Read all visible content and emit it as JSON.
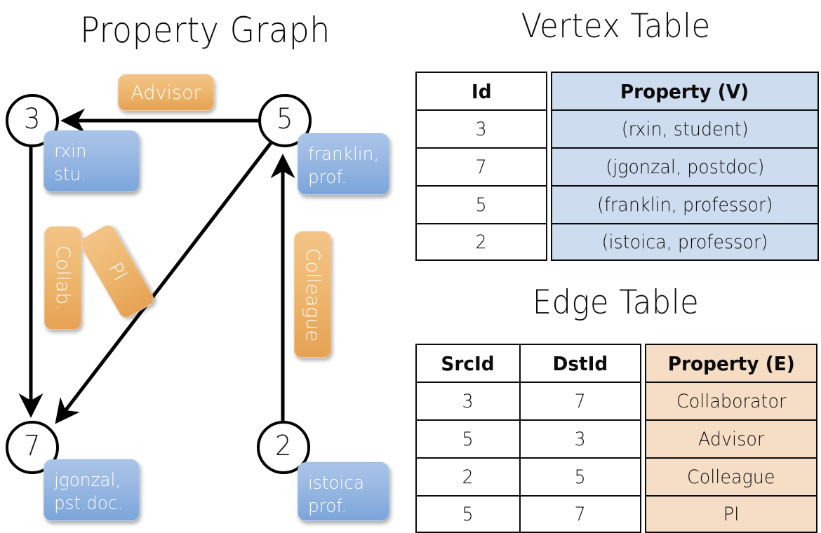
{
  "titles": {
    "property_graph": "Property Graph",
    "vertex_table": "Vertex Table",
    "edge_table": "Edge Table"
  },
  "graph": {
    "nodes": [
      {
        "id": "3",
        "property_lines": [
          "rxin",
          "stu."
        ]
      },
      {
        "id": "5",
        "property_lines": [
          "franklin,",
          "prof."
        ]
      },
      {
        "id": "7",
        "property_lines": [
          "jgonzal,",
          "pst.doc."
        ]
      },
      {
        "id": "2",
        "property_lines": [
          "istoica",
          "prof."
        ]
      }
    ],
    "edge_labels": [
      {
        "label": "Advisor",
        "orientation": "horizontal"
      },
      {
        "label": "Collab.",
        "orientation": "vertical"
      },
      {
        "label": "PI",
        "orientation": "vertical-rotated"
      },
      {
        "label": "Colleague",
        "orientation": "vertical"
      }
    ],
    "edges": [
      {
        "src": "5",
        "dst": "3",
        "label": "Advisor"
      },
      {
        "src": "3",
        "dst": "7",
        "label": "Collab."
      },
      {
        "src": "5",
        "dst": "7",
        "label": "PI"
      },
      {
        "src": "2",
        "dst": "5",
        "label": "Colleague"
      }
    ],
    "colors": {
      "vertex_property_box": "#9dbbe4",
      "edge_property_box": "#eeb870",
      "node_stroke": "#000000",
      "arrow": "#000000"
    }
  },
  "vertex_table": {
    "headers": [
      "Id",
      "Property (V)"
    ],
    "rows": [
      {
        "id": "3",
        "property": "(rxin, student)"
      },
      {
        "id": "7",
        "property": "(jgonzal, postdoc)"
      },
      {
        "id": "5",
        "property": "(franklin, professor)"
      },
      {
        "id": "2",
        "property": "(istoica, professor)"
      }
    ],
    "highlight_color": "#cddcef"
  },
  "edge_table": {
    "headers": [
      "SrcId",
      "DstId",
      "Property (E)"
    ],
    "rows": [
      {
        "src": "3",
        "dst": "7",
        "property": "Collaborator"
      },
      {
        "src": "5",
        "dst": "3",
        "property": "Advisor"
      },
      {
        "src": "2",
        "dst": "5",
        "property": "Colleague"
      },
      {
        "src": "5",
        "dst": "7",
        "property": "PI"
      }
    ],
    "highlight_color": "#f6ddc5"
  }
}
